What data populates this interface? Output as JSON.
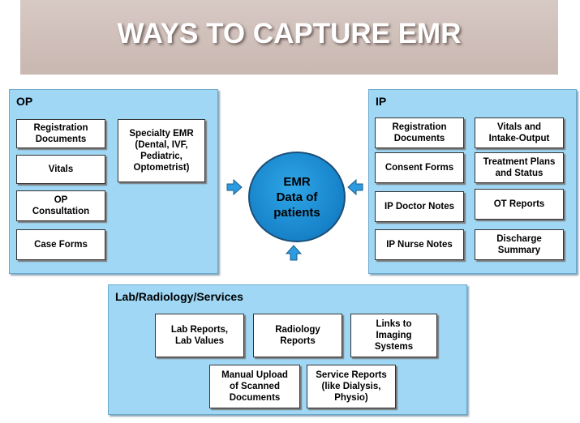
{
  "title": "WAYS TO CAPTURE EMR",
  "center": {
    "label": "EMR\nData of\npatients"
  },
  "op": {
    "heading": "OP",
    "items": [
      "Registration\nDocuments",
      "Vitals",
      "OP\nConsultation",
      "Case Forms",
      "Specialty EMR\n(Dental, IVF,\nPediatric,\nOptometrist)"
    ]
  },
  "ip": {
    "heading": "IP",
    "items": [
      "Registration\nDocuments",
      "Vitals and\nIntake-Output",
      "Consent Forms",
      "Treatment Plans\nand Status",
      "IP Doctor Notes",
      "OT Reports",
      "IP Nurse Notes",
      "Discharge\nSummary"
    ]
  },
  "lab": {
    "heading": "Lab/Radiology/Services",
    "items": [
      "Lab Reports,\nLab Values",
      "Radiology\nReports",
      "Links to\nImaging\nSystems",
      "Manual Upload\nof Scanned\nDocuments",
      "Service Reports\n(like Dialysis,\nPhysio)"
    ]
  },
  "colors": {
    "panel": "#9fd7f5",
    "circle": "#1a8ad4",
    "arrow": "#2d9be0",
    "banner": "#cfbfb9"
  }
}
